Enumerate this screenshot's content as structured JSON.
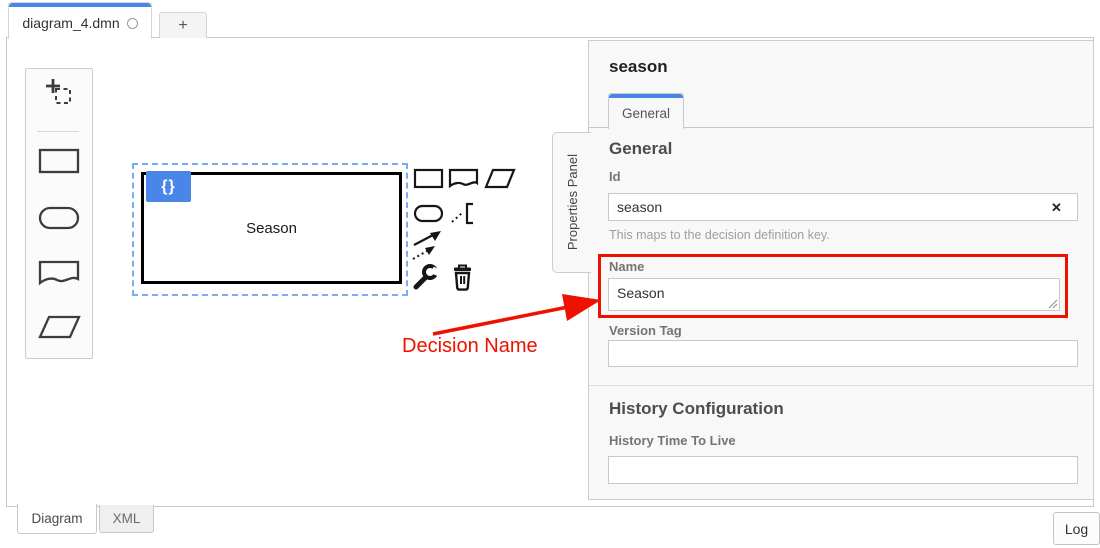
{
  "colors": {
    "accent_blue": "#4a86e8",
    "selection_blue": "#7aadf0",
    "annotation_red": "#ee1100",
    "panel_bg": "#f8f8f8"
  },
  "tab_bar": {
    "file_tab": "diagram_4.dmn",
    "new_tab": "+"
  },
  "canvas": {
    "decision_label": "Season",
    "badge": "{}"
  },
  "annotation": {
    "label": "Decision Name"
  },
  "properties_panel": {
    "toggle": "Properties Panel",
    "title": "season",
    "tab": "General",
    "general": {
      "heading": "General",
      "id_label": "Id",
      "id_value": "season",
      "id_clear": "✕",
      "id_help": "This maps to the decision definition key.",
      "name_label": "Name",
      "name_value": "Season",
      "version_label": "Version Tag",
      "version_value": ""
    },
    "history": {
      "heading": "History Configuration",
      "ttl_label": "History Time To Live",
      "ttl_value": ""
    }
  },
  "footer": {
    "diagram_tab": "Diagram",
    "xml_tab": "XML",
    "log_button": "Log"
  }
}
